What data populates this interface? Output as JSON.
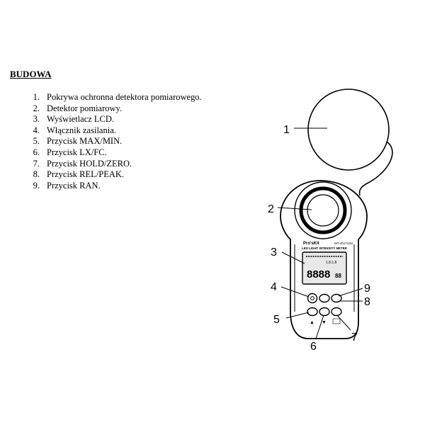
{
  "section": {
    "heading": "BUDOWA"
  },
  "parts": [
    {
      "number": "1.",
      "label": "Pokrywa ochronna detektora pomiarowego."
    },
    {
      "number": "2.",
      "label": "Detektor pomiarowy."
    },
    {
      "number": "3.",
      "label": "Wyświetlacz LCD."
    },
    {
      "number": "4.",
      "label": "Włącznik zasilania."
    },
    {
      "number": "5.",
      "label": "Przycisk MAX/MIN."
    },
    {
      "number": "6.",
      "label": "Przycisk LX/FC."
    },
    {
      "number": "7.",
      "label": "Przycisk HOLD/ZERO."
    },
    {
      "number": "8.",
      "label": "Przycisk REL/PEAK."
    },
    {
      "number": "9.",
      "label": "Przycisk RAN."
    }
  ],
  "diagram": {
    "callouts": [
      "1",
      "2",
      "3",
      "4",
      "9",
      "8",
      "5",
      "6",
      "7"
    ],
    "device": {
      "brand": "Pro'sKit",
      "model": "MT-4017LED",
      "title": "LED LIGHT INTENSITY METER",
      "display_digits": "8888",
      "display_small_digits": "88",
      "display_secondary": "1.8.1.8"
    },
    "arrow_glyphs": {
      "up": "▲",
      "down": "▼"
    },
    "colors": {
      "line": "#000000",
      "body_fill": "#ffffff",
      "screen_fill": "#e8e8e8"
    }
  }
}
